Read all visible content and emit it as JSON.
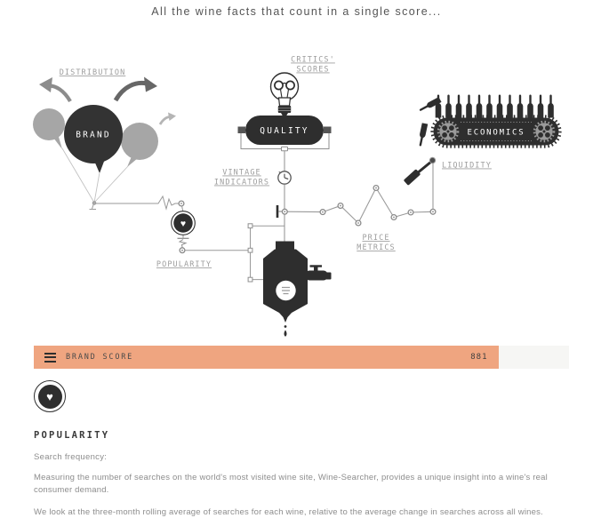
{
  "title": "All the wine facts that count in a single score...",
  "diagram": {
    "labels": {
      "distribution": "DISTRIBUTION",
      "critics": [
        "CRITICS'",
        "SCORES"
      ],
      "brand": "BRAND",
      "quality": "QUALITY",
      "economics": "ECONOMICS",
      "vintage": [
        "VINTAGE",
        "INDICATORS"
      ],
      "liquidity": "LIQUIDITY",
      "price": [
        "PRICE",
        "METRICS"
      ],
      "popularity": "POPULARITY"
    },
    "icons": {
      "heart": "♥"
    }
  },
  "score_bar": {
    "label": "BRAND SCORE",
    "value": "881",
    "max": 1000,
    "fill_width": "86.8%",
    "fill_color": "#efa580"
  },
  "detail": {
    "heading": "POPULARITY",
    "subheading": "Search frequency:",
    "paragraphs": [
      "Measuring the number of searches on the world's most visited wine site, Wine-Searcher, provides a unique insight into a wine's real consumer demand.",
      "We look at the three-month rolling average of searches for each wine, relative to the average change in searches across all wines."
    ]
  }
}
